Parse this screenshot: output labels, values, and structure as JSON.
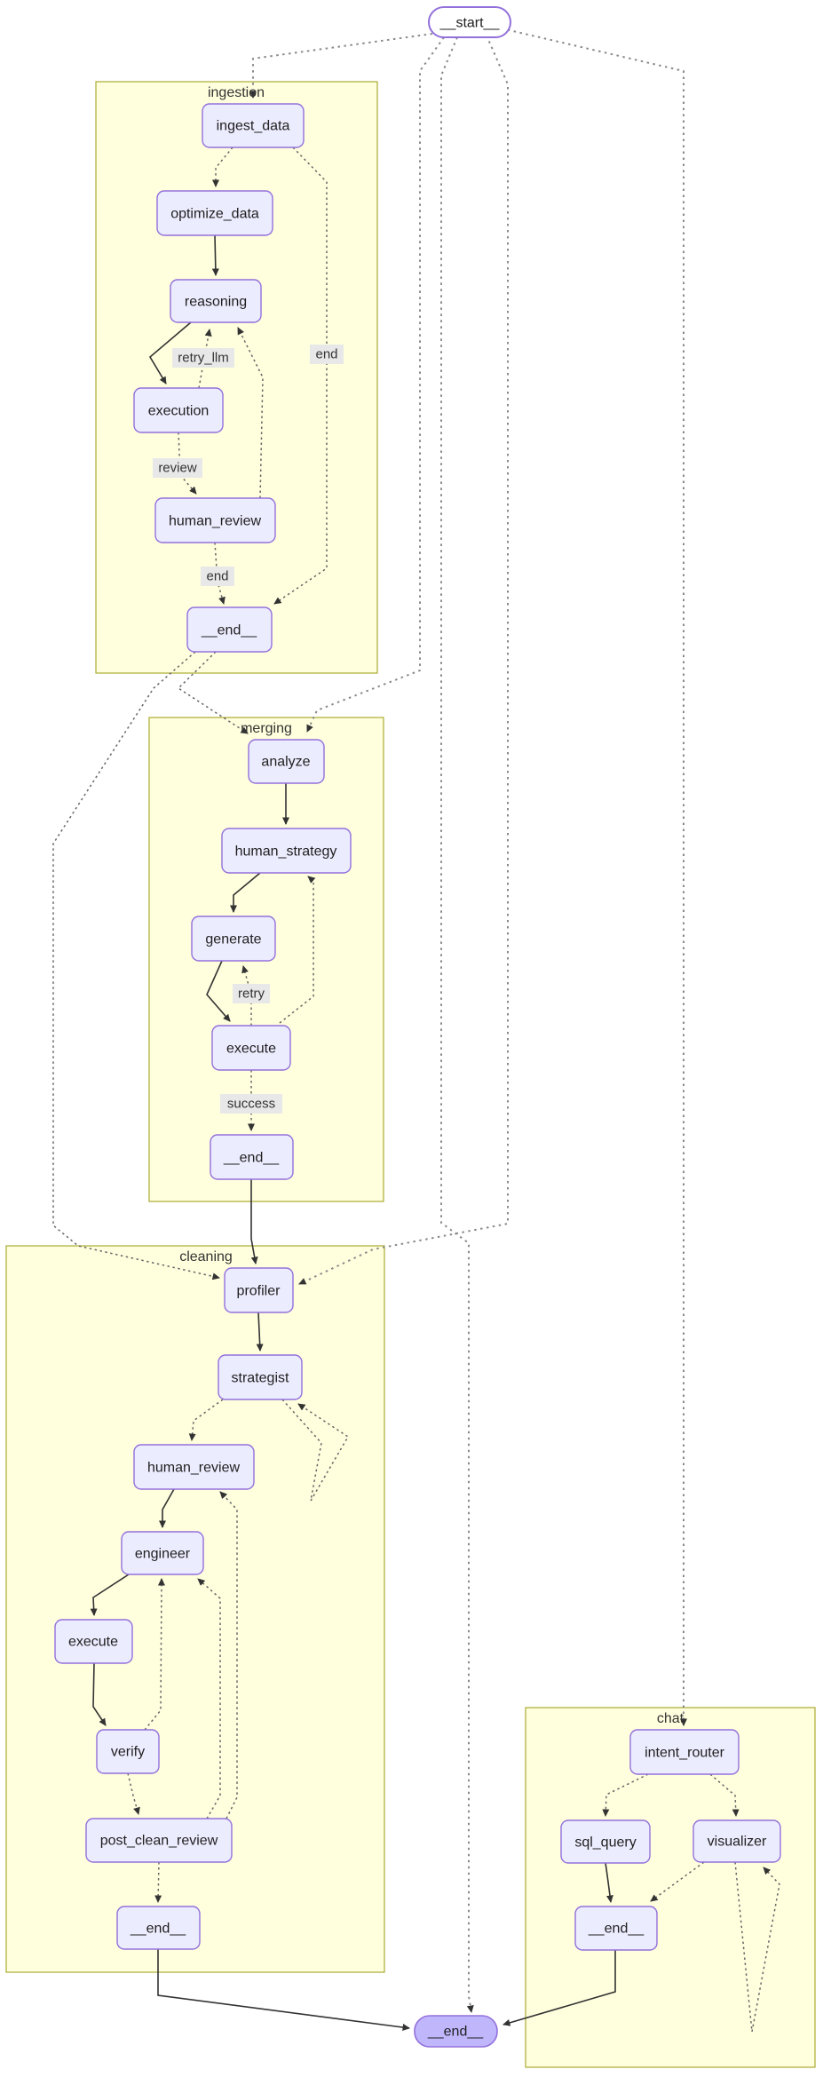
{
  "diagram": {
    "start_label": "__start__",
    "final_end_label": "__end__",
    "subgraphs": {
      "ingestion": {
        "label": "ingestion",
        "nodes": {
          "ingest_data": "ingest_data",
          "optimize_data": "optimize_data",
          "reasoning": "reasoning",
          "execution": "execution",
          "human_review": "human_review",
          "end": "__end__"
        },
        "edge_labels": {
          "retry_llm": "retry_llm",
          "review": "review",
          "end": "end",
          "end_right": "end"
        }
      },
      "merging": {
        "label": "merging",
        "nodes": {
          "analyze": "analyze",
          "human_strategy": "human_strategy",
          "generate": "generate",
          "execute": "execute",
          "end": "__end__"
        },
        "edge_labels": {
          "retry": "retry",
          "success": "success"
        }
      },
      "cleaning": {
        "label": "cleaning",
        "nodes": {
          "profiler": "profiler",
          "strategist": "strategist",
          "human_review": "human_review",
          "engineer": "engineer",
          "execute": "execute",
          "verify": "verify",
          "post_clean_review": "post_clean_review",
          "end": "__end__"
        }
      },
      "chat": {
        "label": "chat",
        "nodes": {
          "intent_router": "intent_router",
          "sql_query": "sql_query",
          "visualizer": "visualizer",
          "end": "__end__"
        }
      }
    },
    "colors": {
      "node_fill": "#ECECFF",
      "node_border": "#9370DB",
      "cluster_fill": "#ffffde",
      "cluster_border": "#aaaa33",
      "label_bg": "#e8e8e8",
      "end_fill": "#bfb6fc",
      "edge_solid": "#333333",
      "edge_dotted": "#666666",
      "edge_dotted_thick": "#8a8a8a"
    }
  }
}
